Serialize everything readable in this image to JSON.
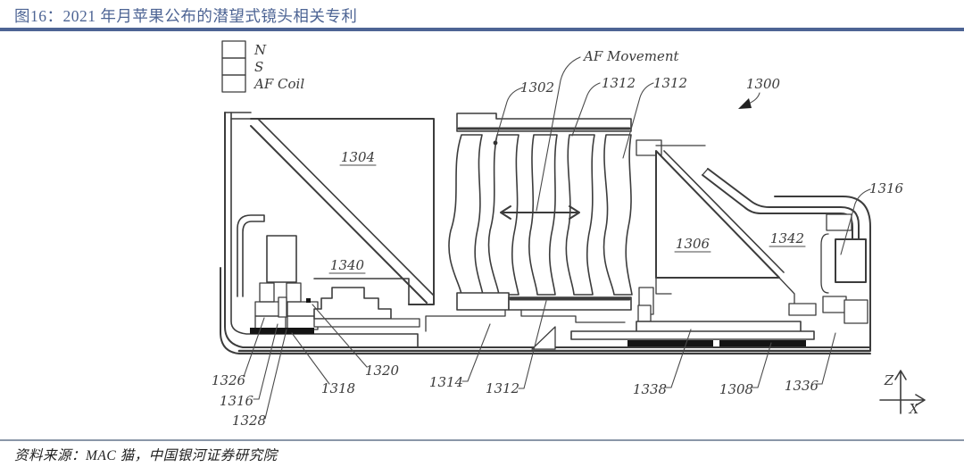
{
  "header": {
    "title": "图16：2021 年月苹果公布的潜望式镜头相关专利"
  },
  "footer": {
    "source": "资料来源：MAC 猫，中国银河证券研究院"
  },
  "diagram": {
    "legend": {
      "n": "N",
      "s": "S",
      "af_coil": "AF Coil"
    },
    "labels": {
      "af_movement": "AF Movement",
      "p1300": "1300",
      "p1302": "1302",
      "p1312_top_left": "1312",
      "p1312_top_right": "1312",
      "p1304": "1304",
      "p1340": "1340",
      "p1306": "1306",
      "p1342": "1342",
      "p1316_right": "1316",
      "p1326": "1326",
      "p1316_bottom": "1316",
      "p1328": "1328",
      "p1318": "1318",
      "p1320": "1320",
      "p1314": "1314",
      "p1312_bottom": "1312",
      "p1338": "1338",
      "p1308": "1308",
      "p1336": "1336"
    },
    "axes": {
      "z": "Z",
      "x": "X"
    }
  },
  "colors": {
    "title-color": "#4d6494",
    "rule-color": "#4d6494",
    "footer-rule": "#8a96a8",
    "ink": "#3c3c3c"
  }
}
